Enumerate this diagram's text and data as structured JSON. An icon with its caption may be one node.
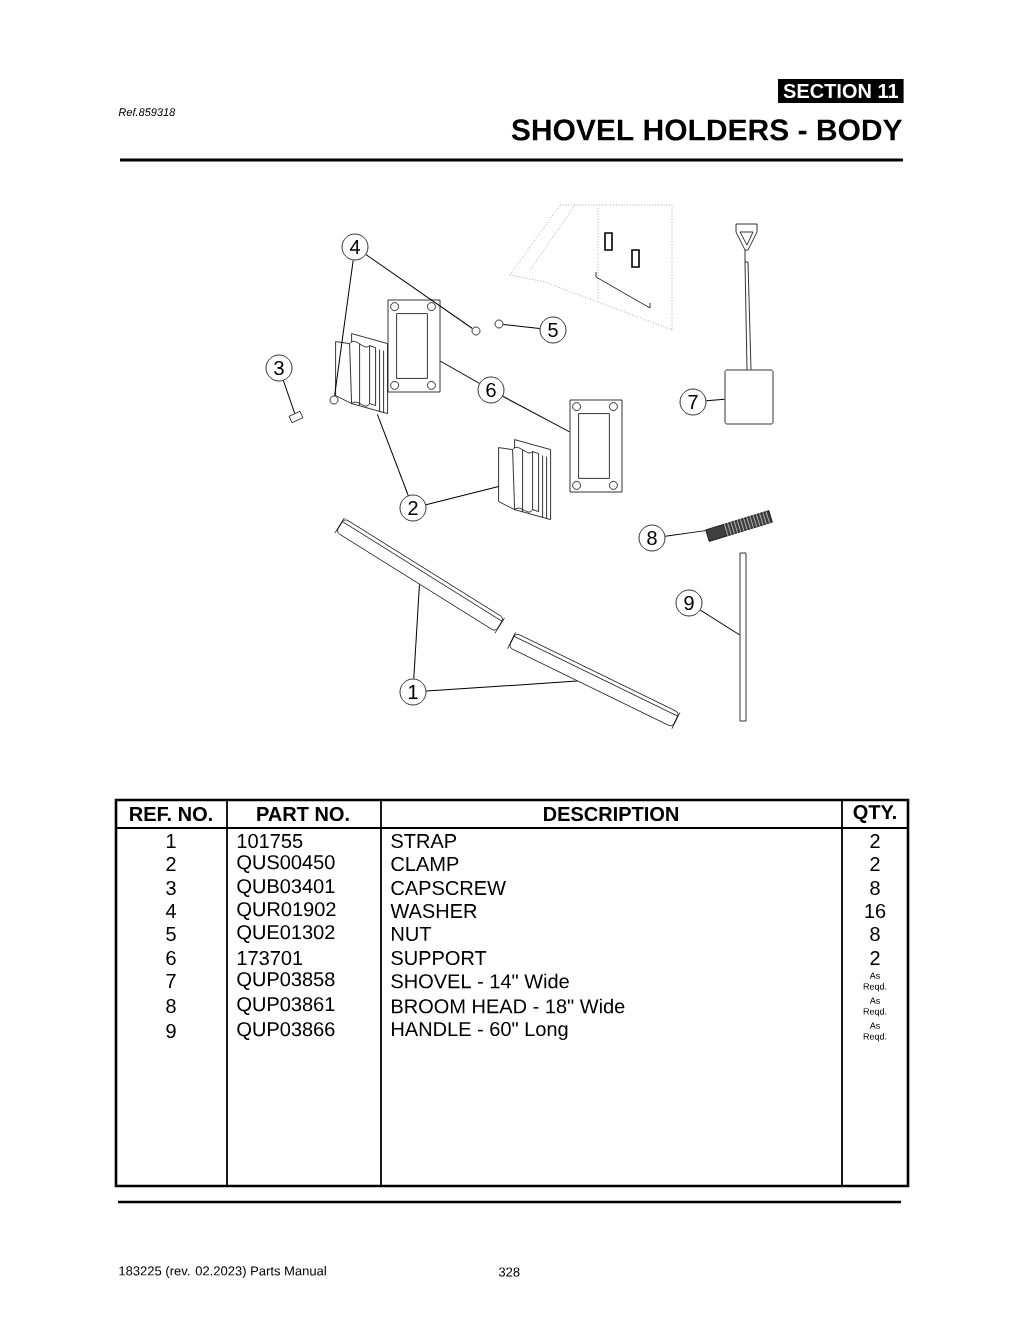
{
  "diagram": {
    "title": "SHOVEL HOLDERS - BODY",
    "nodes": [
      {
        "text": [
          "1"
        ]
      },
      {
        "text": [
          "2"
        ]
      },
      {
        "text": [
          "3"
        ]
      },
      {
        "text": [
          "4"
        ]
      },
      {
        "text": [
          "5"
        ]
      },
      {
        "text": [
          "6"
        ]
      },
      {
        "text": [
          "7"
        ]
      },
      {
        "text": [
          "8"
        ]
      },
      {
        "text": [
          "9"
        ]
      },
      {
        "text": [],
        "shape": "picture"
      },
      {
        "text": [],
        "shape": "picture"
      },
      {
        "text": [],
        "shape": "picture"
      },
      {
        "text": [],
        "shape": "picture"
      },
      {
        "text": [],
        "shape": "picture"
      },
      {
        "text": [],
        "shape": "circle"
      },
      {
        "text": [],
        "shape": "circle"
      },
      {
        "text": [],
        "shape": "circle"
      },
      {
        "text": [],
        "shape": "picture"
      },
      {
        "text": [],
        "shape": "picture"
      },
      {
        "text": [],
        "shape": "picture"
      },
      {
        "text": [],
        "shape": "picture"
      },
      {
        "text": [],
        "shape": "bar"
      }
    ],
    "edges": [
      {
        "from": 0,
        "to": 9,
        "arrow": "none"
      },
      {
        "from": 0,
        "to": 10,
        "arrow": "none"
      },
      {
        "from": 1,
        "to": 11,
        "arrow": "none"
      },
      {
        "from": 1,
        "to": 12,
        "arrow": "none"
      },
      {
        "from": 2,
        "to": 13,
        "arrow": "none"
      },
      {
        "from": 3,
        "to": 14,
        "arrow": "none"
      },
      {
        "from": 3,
        "to": 15,
        "arrow": "none"
      },
      {
        "from": 4,
        "to": 16,
        "arrow": "none"
      },
      {
        "from": 5,
        "to": 17,
        "arrow": "none"
      },
      {
        "from": 5,
        "to": 18,
        "arrow": "none"
      },
      {
        "from": 6,
        "to": 19,
        "arrow": "none"
      },
      {
        "from": 7,
        "to": 20,
        "arrow": "none"
      },
      {
        "from": 8,
        "to": 21,
        "arrow": "none"
      }
    ],
    "labels": [
      "SECTION 11",
      "Ref.859318",
      "REF. NO.",
      "PART NO.",
      "DESCRIPTION",
      "QTY.",
      "1",
      "101755",
      "STRAP",
      "2",
      "2",
      "QUS00450",
      "CLAMP",
      "2",
      "3",
      "QUB03401",
      "CAPSCREW",
      "8",
      "4",
      "QUR01902",
      "WASHER",
      "16",
      "5",
      "QUE01302",
      "NUT",
      "8",
      "6",
      "173701",
      "SUPPORT",
      "2",
      "7",
      "QUP03858",
      "SHOVEL - 14\" Wide",
      "As Reqd.",
      "8",
      "QUP03861",
      "BROOM HEAD - 18\" Wide",
      "As Reqd.",
      "9",
      "QUP03866",
      "HANDLE - 60\" Long",
      "As Reqd.",
      "183225 (rev. 02.2023) Parts Manual",
      "328"
    ]
  }
}
